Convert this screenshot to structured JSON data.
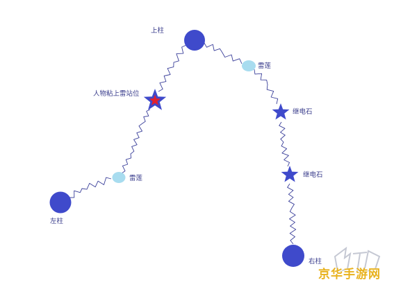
{
  "labels": {
    "top_pillar": "上柱",
    "left_pillar": "左柱",
    "right_pillar": "右柱",
    "person_position": "人物粘上雷站位",
    "thunder_lotus_top": "雷莲",
    "thunder_lotus_left": "雷莲",
    "relay_stone_1": "继电石",
    "relay_stone_2": "继电石"
  },
  "watermark": {
    "text": "京华手游网"
  },
  "colors": {
    "pillar": "#3f4acb",
    "lotus": "#a8dcef",
    "star": "#3f4acb",
    "star_center": "#e2202f",
    "line": "#3a3f9a",
    "label": "#3a3d8c",
    "watermark_text": "#e8b21e"
  }
}
